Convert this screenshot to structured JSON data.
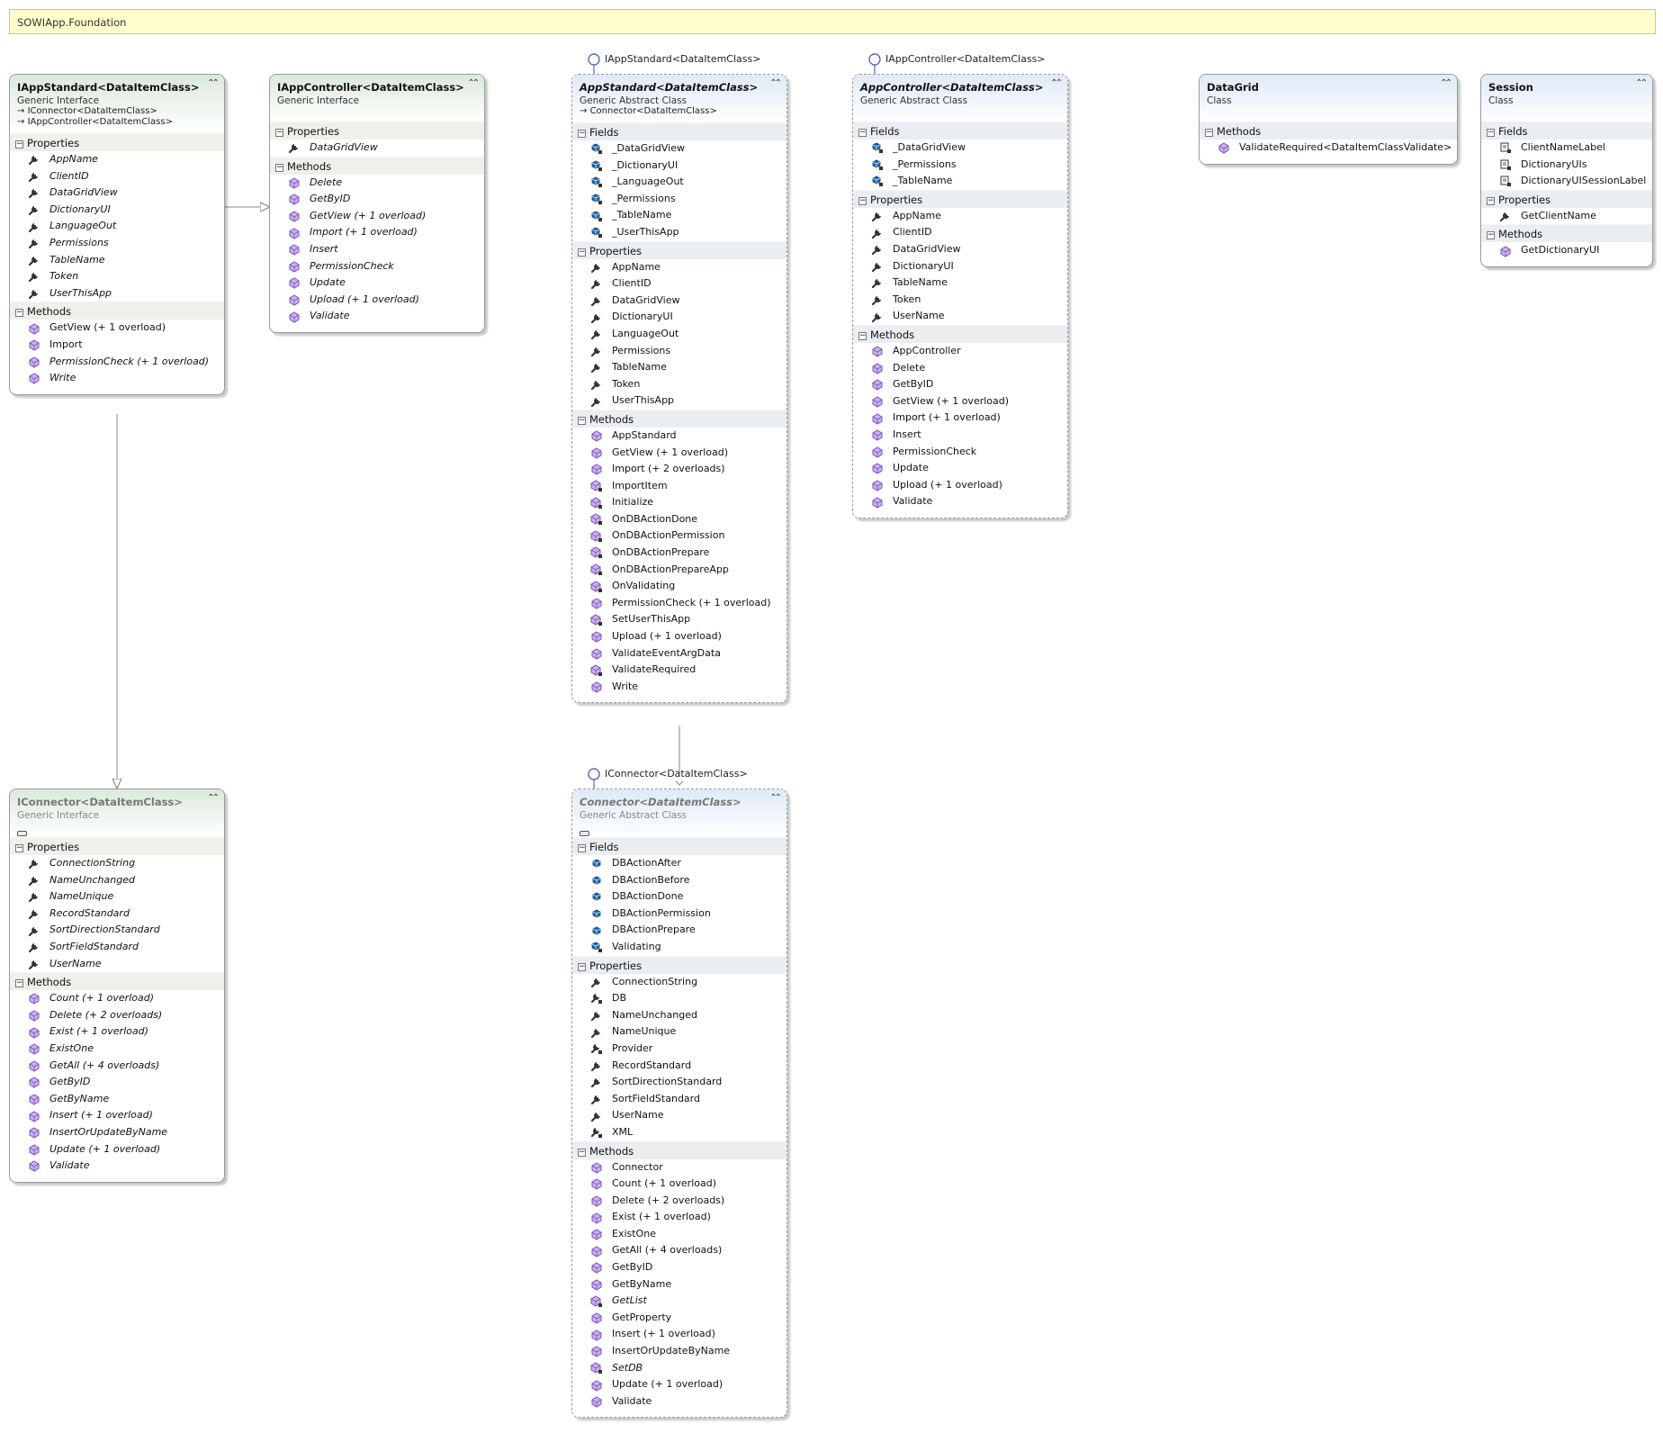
{
  "namespace": "SOWIApp.Foundation",
  "lollipops": {
    "iappstandard": "IAppStandard<DataItemClass>",
    "iappcontroller": "IAppController<DataItemClass>",
    "iconnector": "IConnector<DataItemClass>"
  },
  "colors": {
    "header_class": "#dfe9f7",
    "header_interface": "#dce9dc",
    "namespace_bg": "#ffffcc",
    "method_icon": "#7d4fbf",
    "field_icon": "#1f6bb2"
  },
  "boxes": {
    "iappstandard": {
      "title": "IAppStandard<DataItemClass>",
      "subtitle": "Generic Interface",
      "inherits": [
        "IConnector<DataItemClass>",
        "IAppController<DataItemClass>"
      ],
      "properties_label": "Properties",
      "properties": [
        "AppName",
        "ClientID",
        "DataGridView",
        "DictionaryUI",
        "LanguageOut",
        "Permissions",
        "TableName",
        "Token",
        "UserThisApp"
      ],
      "methods_label": "Methods",
      "methods": [
        "GetView (+ 1 overload)",
        "Import",
        "PermissionCheck (+ 1 overload)",
        "Write"
      ]
    },
    "iappcontroller": {
      "title": "IAppController<DataItemClass>",
      "subtitle": "Generic Interface",
      "properties_label": "Properties",
      "properties": [
        "DataGridView"
      ],
      "methods_label": "Methods",
      "methods": [
        "Delete",
        "GetByID",
        "GetView (+ 1 overload)",
        "Import (+ 1 overload)",
        "Insert",
        "PermissionCheck",
        "Update",
        "Upload (+ 1 overload)",
        "Validate"
      ]
    },
    "appstandard": {
      "title": "AppStandard<DataItemClass>",
      "subtitle": "Generic Abstract Class",
      "inherits": [
        "Connector<DataItemClass>"
      ],
      "fields_label": "Fields",
      "fields": [
        "_DataGridView",
        "_DictionaryUI",
        "_LanguageOut",
        "_Permissions",
        "_TableName",
        "_UserThisApp"
      ],
      "properties_label": "Properties",
      "properties": [
        "AppName",
        "ClientID",
        "DataGridView",
        "DictionaryUI",
        "LanguageOut",
        "Permissions",
        "TableName",
        "Token",
        "UserThisApp"
      ],
      "methods_label": "Methods",
      "methods": [
        "AppStandard",
        "GetView (+ 1 overload)",
        "Import (+ 2 overloads)",
        "ImportItem",
        "Initialize",
        "OnDBActionDone",
        "OnDBActionPermission",
        "OnDBActionPrepare",
        "OnDBActionPrepareApp",
        "OnValidating",
        "PermissionCheck (+ 1 overload)",
        "SetUserThisApp",
        "Upload (+ 1 overload)",
        "ValidateEventArgData",
        "ValidateRequired",
        "Write"
      ]
    },
    "appcontroller": {
      "title": "AppController<DataItemClass>",
      "subtitle": "Generic Abstract Class",
      "fields_label": "Fields",
      "fields": [
        "_DataGridView",
        "_Permissions",
        "_TableName"
      ],
      "properties_label": "Properties",
      "properties": [
        "AppName",
        "ClientID",
        "DataGridView",
        "DictionaryUI",
        "TableName",
        "Token",
        "UserName"
      ],
      "methods_label": "Methods",
      "methods": [
        "AppController",
        "Delete",
        "GetByID",
        "GetView (+ 1 overload)",
        "Import (+ 1 overload)",
        "Insert",
        "PermissionCheck",
        "Update",
        "Upload (+ 1 overload)",
        "Validate"
      ]
    },
    "datagrid": {
      "title": "DataGrid",
      "subtitle": "Class",
      "methods_label": "Methods",
      "methods": [
        "ValidateRequired<DataItemClassValidate>"
      ]
    },
    "session": {
      "title": "Session",
      "subtitle": "Class",
      "fields_label": "Fields",
      "fields": [
        "ClientNameLabel",
        "DictionaryUIs",
        "DictionaryUISessionLabel"
      ],
      "properties_label": "Properties",
      "properties": [
        "GetClientName"
      ],
      "methods_label": "Methods",
      "methods": [
        "GetDictionaryUI"
      ]
    },
    "iconnector": {
      "title": "IConnector<DataItemClass>",
      "subtitle": "Generic Interface",
      "properties_label": "Properties",
      "properties": [
        "ConnectionString",
        "NameUnchanged",
        "NameUnique",
        "RecordStandard",
        "SortDirectionStandard",
        "SortFieldStandard",
        "UserName"
      ],
      "methods_label": "Methods",
      "methods": [
        "Count (+ 1 overload)",
        "Delete (+ 2 overloads)",
        "Exist (+ 1 overload)",
        "ExistOne",
        "GetAll (+ 4 overloads)",
        "GetByID",
        "GetByName",
        "Insert (+ 1 overload)",
        "InsertOrUpdateByName",
        "Update (+ 1 overload)",
        "Validate"
      ]
    },
    "connector": {
      "title": "Connector<DataItemClass>",
      "subtitle": "Generic Abstract Class",
      "fields_label": "Fields",
      "fields": [
        "DBActionAfter",
        "DBActionBefore",
        "DBActionDone",
        "DBActionPermission",
        "DBActionPrepare",
        "Validating"
      ],
      "properties_label": "Properties",
      "properties": [
        "ConnectionString",
        "DB",
        "NameUnchanged",
        "NameUnique",
        "Provider",
        "RecordStandard",
        "SortDirectionStandard",
        "SortFieldStandard",
        "UserName",
        "XML"
      ],
      "methods_label": "Methods",
      "methods": [
        "Connector",
        "Count (+ 1 overload)",
        "Delete (+ 2 overloads)",
        "Exist (+ 1 overload)",
        "ExistOne",
        "GetAll (+ 4 overloads)",
        "GetByID",
        "GetByName",
        "GetList",
        "GetProperty",
        "Insert (+ 1 overload)",
        "InsertOrUpdateByName",
        "SetDB",
        "Update (+ 1 overload)",
        "Validate"
      ]
    }
  }
}
